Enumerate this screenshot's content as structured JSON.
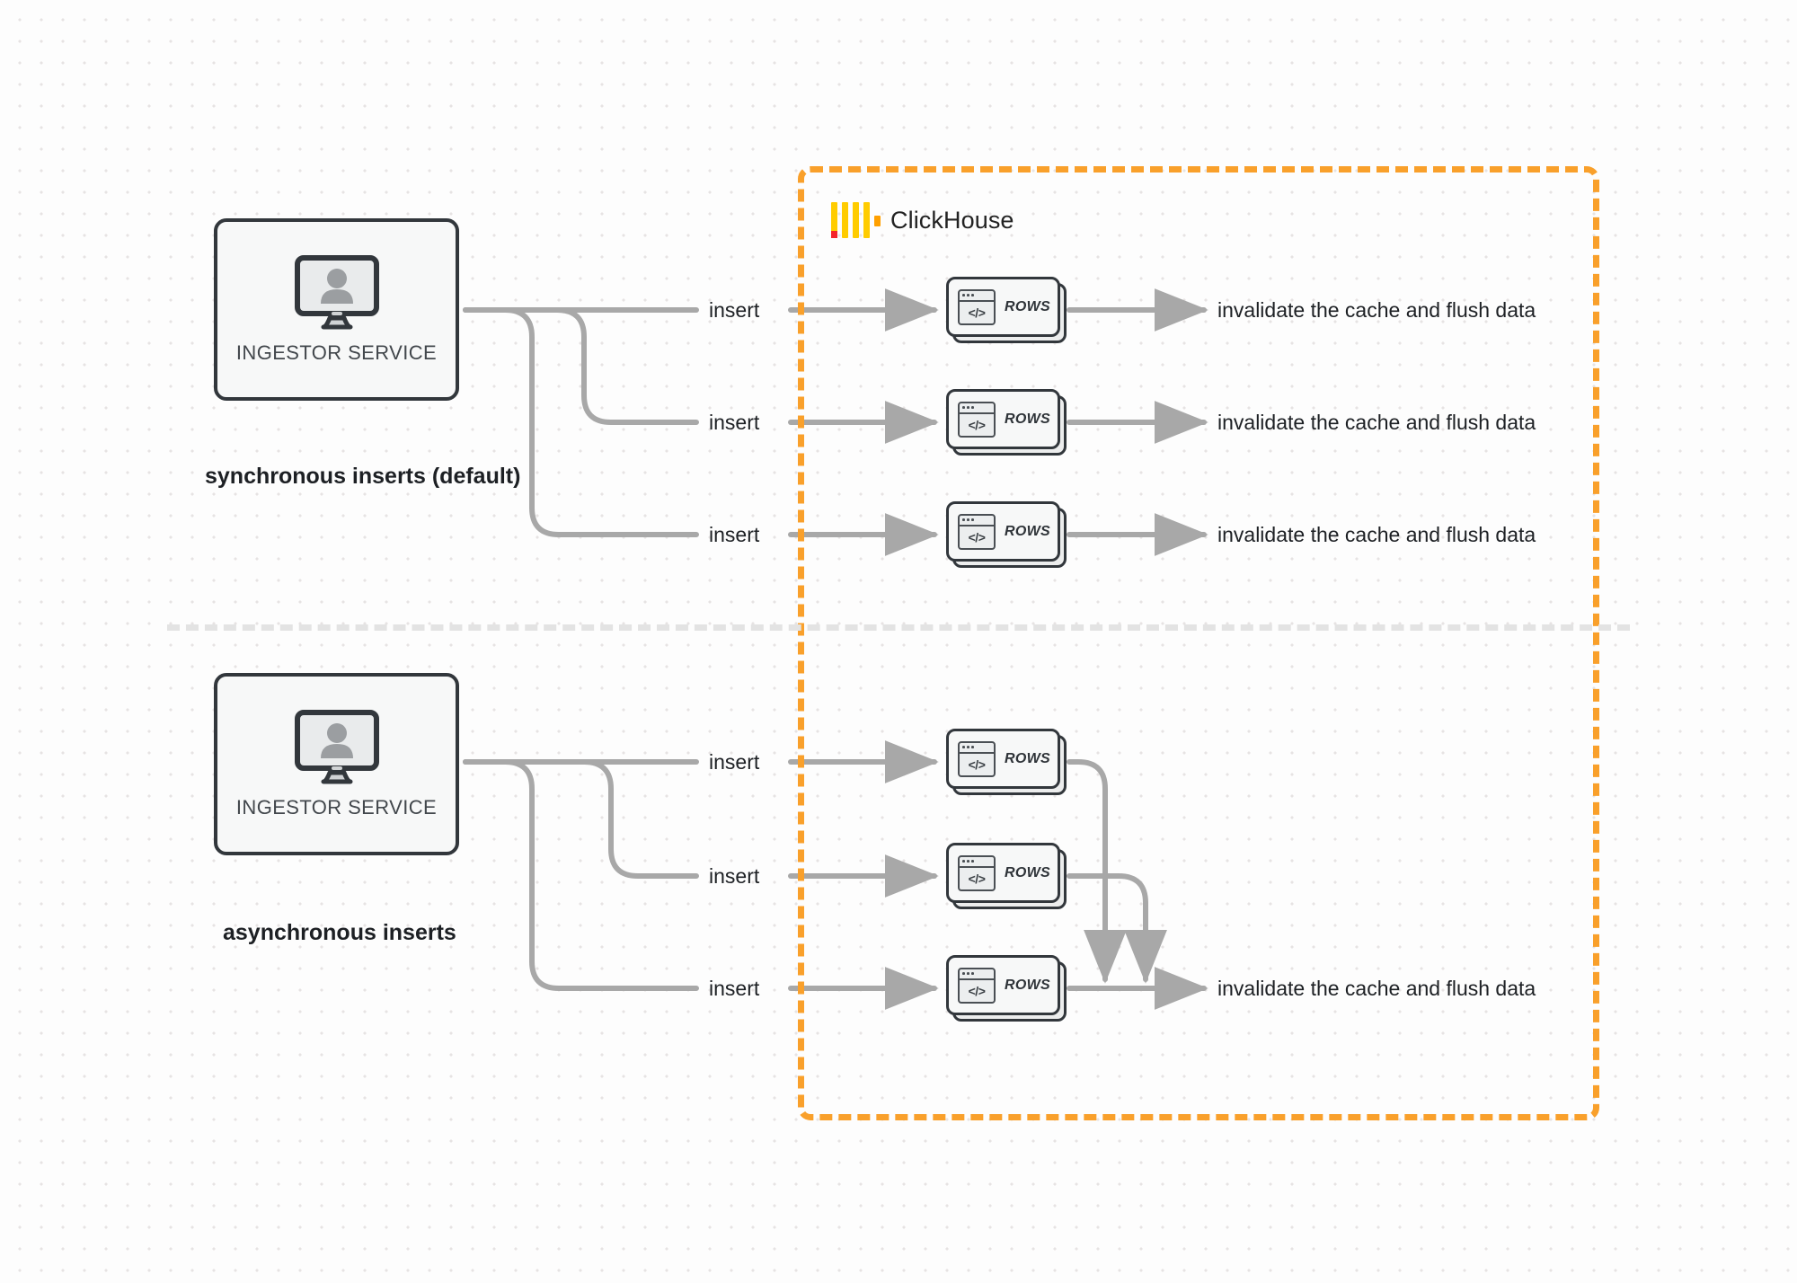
{
  "diagram": {
    "title": "ClickHouse synchronous vs asynchronous inserts",
    "background": "#fdfdfd",
    "accent_color": "#f9a02b",
    "line_color": "#a8a8a8",
    "box_border_color": "#32373c"
  },
  "container": {
    "brand_name": "ClickHouse",
    "logo_name": "clickhouse-logo",
    "border_style": "dashed",
    "border_color": "#f9a02b"
  },
  "sections": [
    {
      "id": "synchronous",
      "caption": "synchronous inserts (default)",
      "source": {
        "label": "INGESTOR SERVICE",
        "icon": "monitor-user-icon"
      },
      "flows": [
        {
          "edge_label": "insert",
          "target_label": "ROWS",
          "result_label": "invalidate the cache and flush data"
        },
        {
          "edge_label": "insert",
          "target_label": "ROWS",
          "result_label": "invalidate the cache and flush data"
        },
        {
          "edge_label": "insert",
          "target_label": "ROWS",
          "result_label": "invalidate the cache and flush data"
        }
      ]
    },
    {
      "id": "asynchronous",
      "caption": "asynchronous inserts",
      "source": {
        "label": "INGESTOR SERVICE",
        "icon": "monitor-user-icon"
      },
      "flows": [
        {
          "edge_label": "insert",
          "target_label": "ROWS",
          "result_label": ""
        },
        {
          "edge_label": "insert",
          "target_label": "ROWS",
          "result_label": ""
        },
        {
          "edge_label": "insert",
          "target_label": "ROWS",
          "result_label": "invalidate the cache and flush data"
        }
      ],
      "merged_result_label": "invalidate the cache and flush data"
    }
  ]
}
